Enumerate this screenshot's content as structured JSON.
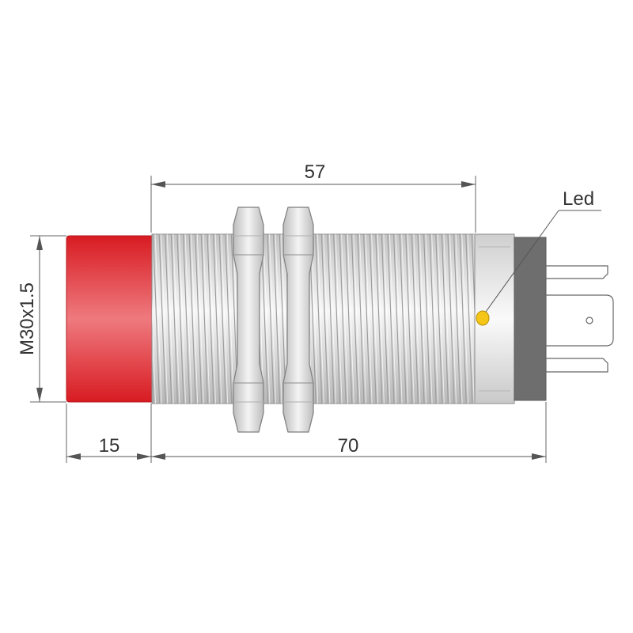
{
  "labels": {
    "top_dimension": "57",
    "bottom_left_dimension": "15",
    "bottom_right_dimension": "70",
    "thread_spec": "M30x1.5",
    "led_label": "Led"
  },
  "colors": {
    "sensing_face": "#e5242b",
    "body_metal": "#d9d9d9",
    "thread_line": "#9e9e9e",
    "connector_dark": "#6e6e6e",
    "led": "#f5c518",
    "dimension_line": "#555555",
    "text": "#333333"
  }
}
